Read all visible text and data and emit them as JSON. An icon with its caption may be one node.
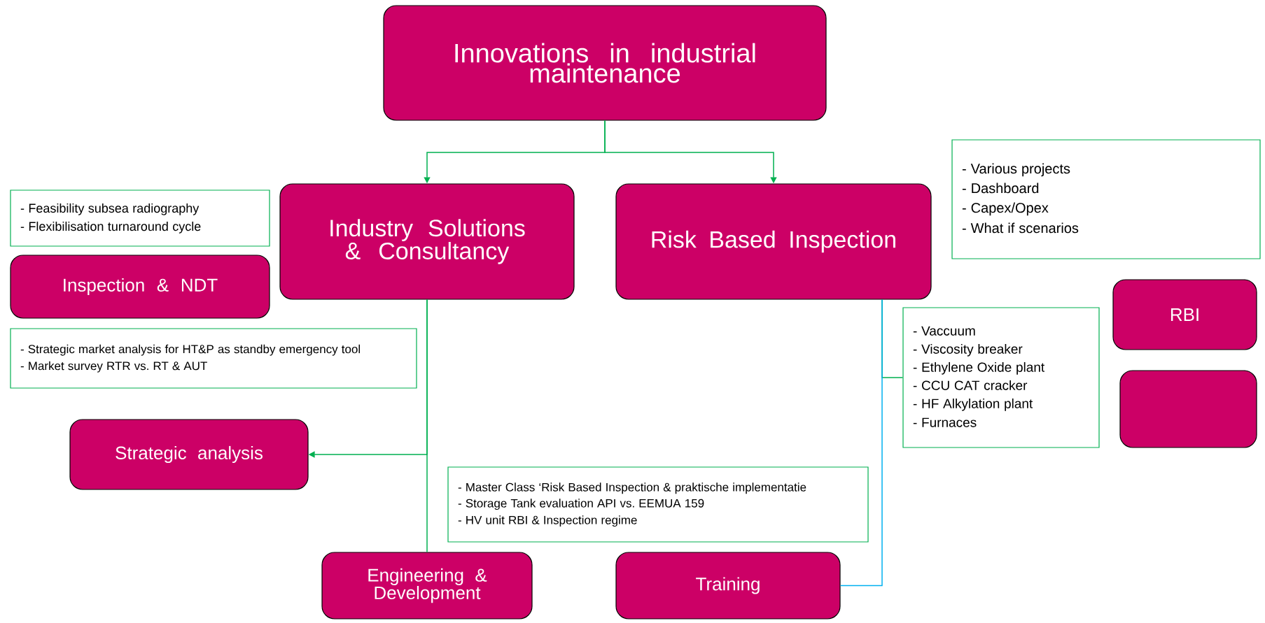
{
  "diagram": {
    "nodes": [
      {
        "text": [
          "Innovations in industrial maintenance"
        ]
      },
      {
        "text": [
          "Industry Solutions & Consultancy"
        ]
      },
      {
        "text": [
          "Risk Based Inspection"
        ]
      },
      {
        "text": [
          "- Feasibility subsea radiography",
          "- Flexibilisation turnaround cycle"
        ]
      },
      {
        "text": [
          "- Various projects",
          "- Dashboard",
          "- Capex/Opex",
          "- What if scenarios"
        ]
      },
      {
        "text": [
          "Inspection & NDT"
        ]
      },
      {
        "text": [
          "- Vaccuum",
          "- Viscosity breaker",
          "- Ethylene Oxide plant",
          "- CCU CAT cracker",
          "- HF Alkylation plant",
          "- Furnaces"
        ]
      },
      {
        "text": [
          "RBI"
        ]
      },
      {
        "text": [
          "- Strategic market analysis for HT&P as standby emergency tool",
          "- Market survey RTR vs. RT & AUT"
        ]
      },
      {
        "text": [
          "Strategic analysis"
        ]
      },
      {
        "text": [
          "- Master Class ‘Risk Based Inspection & praktische implementatie",
          "- Storage Tank evaluation API vs. EEMUA 159",
          "- HV unit RBI & Inspection regime"
        ]
      },
      {
        "text": [],
        "shape": "box"
      },
      {
        "text": [
          "Engineering & Development"
        ]
      },
      {
        "text": [
          "Training"
        ]
      }
    ],
    "edges": [
      {
        "from": 0,
        "to": 1,
        "arrow": "to"
      },
      {
        "from": 0,
        "to": 2,
        "arrow": "to"
      },
      {
        "from": 1,
        "to": 9,
        "arrow": "to"
      },
      {
        "from": 1,
        "to": 12,
        "arrow": "none"
      },
      {
        "from": 2,
        "to": 6,
        "arrow": "none"
      },
      {
        "from": 2,
        "to": 13,
        "arrow": "none",
        "color": "#00b0f0"
      }
    ]
  }
}
